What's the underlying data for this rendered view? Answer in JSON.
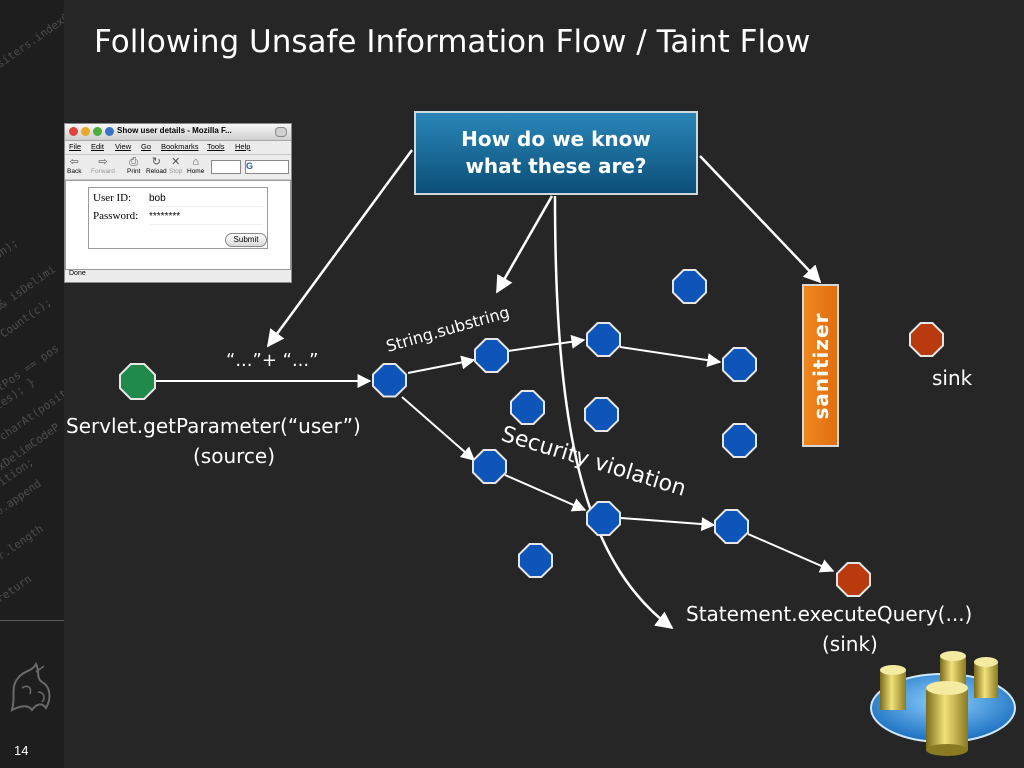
{
  "slide": {
    "title": "Following Unsafe Information Flow / Taint Flow",
    "page_number": "14"
  },
  "colors": {
    "background": "#262626",
    "source_node": "#1f8a4a",
    "flow_node": "#0d55b8",
    "sink_node": "#b83a0e",
    "question_box": "#0b5a86",
    "sanitizer_box": "#e8761a"
  },
  "diagram": {
    "question": {
      "line1": "How do we know",
      "line2": "what these are?"
    },
    "sanitizer_label": "sanitizer",
    "labels": {
      "concat": "“...”+ “...”",
      "substring": "String.substring",
      "source_call": "Servlet.getParameter(“user”)",
      "source_tag": "(source)",
      "security_violation": "Security violation",
      "sink_right": "sink",
      "sink_call": "Statement.executeQuery(...)",
      "sink_tag": "(sink)"
    }
  },
  "browser": {
    "title": "Show user details - Mozilla F...",
    "menu": [
      "File",
      "Edit",
      "View",
      "Go",
      "Bookmarks",
      "Tools",
      "Help"
    ],
    "toolbar": [
      "Back",
      "Forward",
      "Print",
      "Reload",
      "Stop",
      "Home"
    ],
    "user_id_label": "User ID:",
    "user_id_value": "bob",
    "password_label": "Password:",
    "password_value": "********",
    "submit_label": "Submit",
    "status": "Done"
  },
  "decor": {
    "code_fragments": [
      "siters.indexO",
      "ion);",
      ") && isDelimi",
      "charCount(c);",
      "tartPos == pos",
      "tes); }",
      "c.charAt(posit",
      "maxDelimCodeP",
      "ition;",
      ".sb.append",
      "str.length",
      "return"
    ]
  }
}
